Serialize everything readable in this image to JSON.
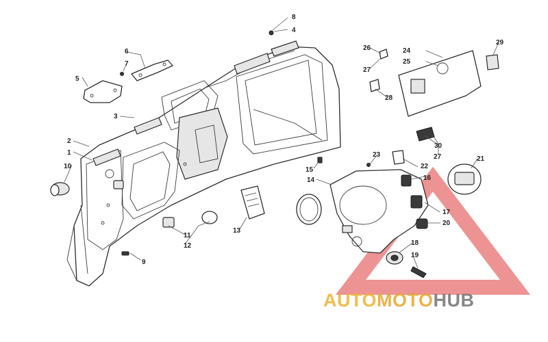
{
  "diagram": {
    "labels": [
      "1",
      "2",
      "3",
      "4",
      "5",
      "6",
      "7",
      "8",
      "9",
      "10",
      "11",
      "12",
      "13",
      "14",
      "15",
      "16",
      "17",
      "18",
      "19",
      "20",
      "21",
      "22",
      "23",
      "24",
      "25",
      "26",
      "27",
      "27",
      "28",
      "29",
      "30"
    ]
  },
  "watermark": {
    "part_auto": "AUTO",
    "part_moto": "MOTO",
    "part_hub": "HUB",
    "color_auto": "#f2b02d",
    "color_moto": "#e8a62a",
    "color_hub": "#7a7a7a",
    "triangle_color": "#e03a3a"
  }
}
